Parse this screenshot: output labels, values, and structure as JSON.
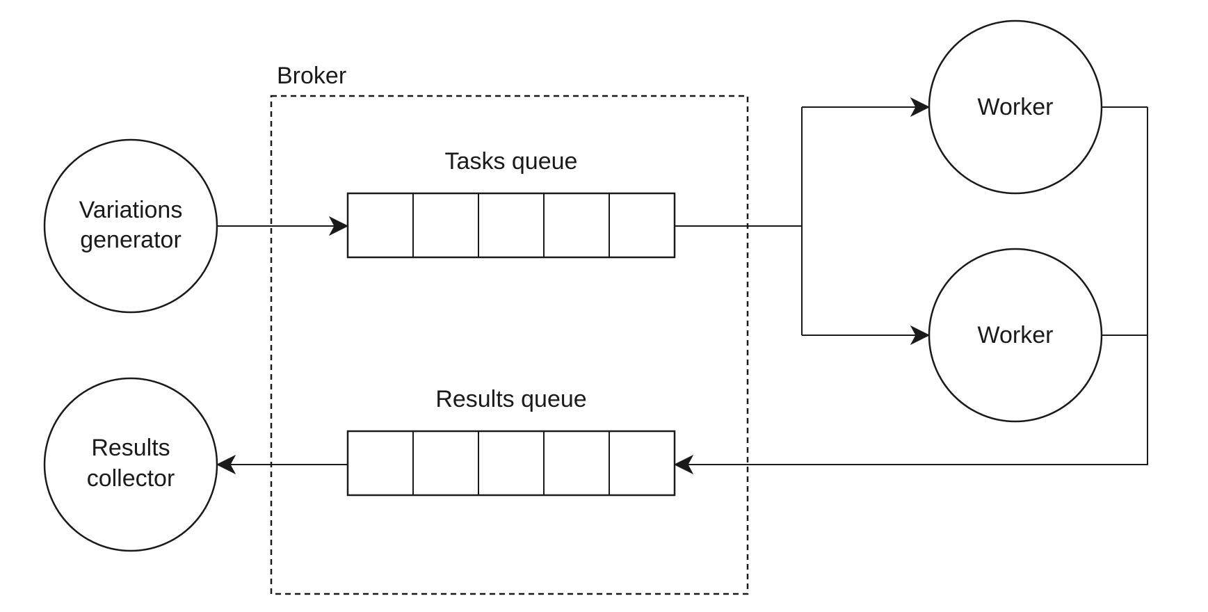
{
  "broker": {
    "label": "Broker"
  },
  "tasks_queue": {
    "label": "Tasks queue"
  },
  "results_queue": {
    "label": "Results queue"
  },
  "variations_generator": {
    "line1": "Variations",
    "line2": "generator"
  },
  "results_collector": {
    "line1": "Results",
    "line2": "collector"
  },
  "workers": [
    {
      "label": "Worker"
    },
    {
      "label": "Worker"
    }
  ],
  "colors": {
    "stroke": "#1a1a1a",
    "background": "#ffffff"
  }
}
